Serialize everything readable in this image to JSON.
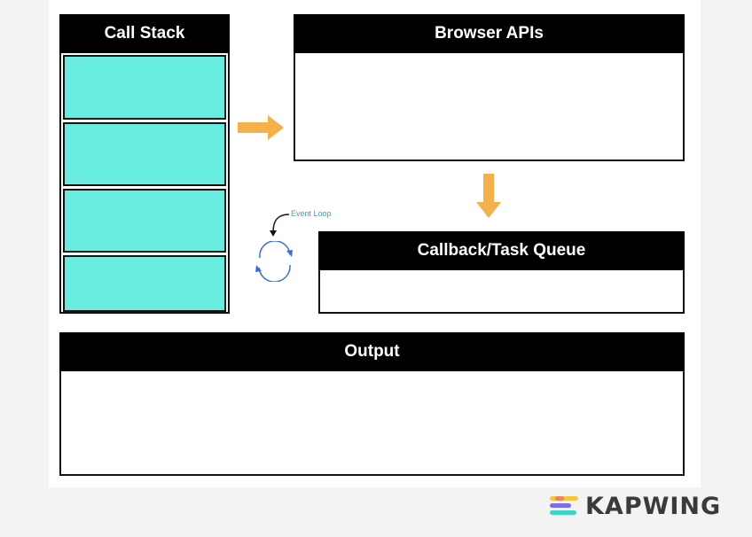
{
  "call_stack": {
    "title": "Call Stack",
    "slot_count": 4,
    "slot_color": "#67ecdf"
  },
  "browser_apis": {
    "title": "Browser APIs"
  },
  "callback_queue": {
    "title": "Callback/Task Queue"
  },
  "output": {
    "title": "Output"
  },
  "event_loop": {
    "label": "Event Loop",
    "color": "#3a9ad9"
  },
  "arrows": {
    "color": "#f5b04a"
  },
  "watermark": {
    "text": "KAPWING"
  }
}
